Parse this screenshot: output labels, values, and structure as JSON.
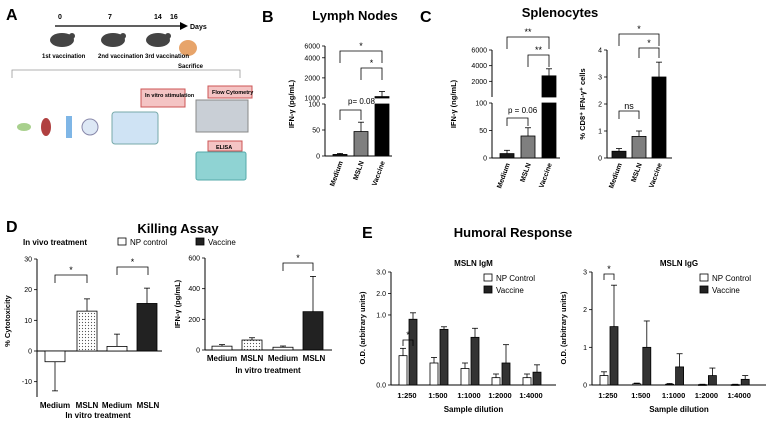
{
  "panel_letters": {
    "a": "A",
    "b": "B",
    "c": "C",
    "d": "D",
    "e": "E"
  },
  "schematic": {
    "days_label": "Days",
    "day_ticks": [
      "0",
      "7",
      "14",
      "16"
    ],
    "vaccinations": [
      "1st vaccination",
      "2nd vaccination",
      "3rd vaccination"
    ],
    "sacrifice": "Sacrifice",
    "stim_box": "In vitro stimulation",
    "flow_box": "Flow Cytometry",
    "elisa_box": "ELISA"
  },
  "colors": {
    "medium": "#1a1a1a",
    "mesl": "#7f7f7f",
    "vaccine": "#000000",
    "np": "#ffffff",
    "dotted": "#e8e8e8"
  },
  "chart_data": [
    {
      "id": "B",
      "type": "bar",
      "title": "Lymph Nodes",
      "ylabel": "IFN-γ (pg/mL)",
      "categories": [
        "Medium",
        "MSLN",
        "Vaccine"
      ],
      "values": [
        3,
        47,
        1050
      ],
      "errors": [
        2,
        18,
        200
      ],
      "yticks_low": [
        "0",
        "50",
        "100"
      ],
      "yticks_high": [
        "1000",
        "2000",
        "4000",
        "6000"
      ],
      "axis_break": true,
      "annotations": [
        "p= 0.08",
        "*",
        "*"
      ]
    },
    {
      "id": "C1",
      "type": "bar",
      "title": "Splenocytes",
      "ylabel": "IFN-γ (ng/mL)",
      "categories": [
        "Medium",
        "MSLN",
        "Vaccine"
      ],
      "values": [
        8,
        40,
        2700
      ],
      "errors": [
        6,
        15,
        900
      ],
      "yticks_low": [
        "0",
        "50",
        "100"
      ],
      "yticks_high": [
        "2000",
        "4000",
        "6000"
      ],
      "axis_break": true,
      "annotations": [
        "p = 0.06",
        "**",
        "**"
      ]
    },
    {
      "id": "C2",
      "type": "bar",
      "ylabel": "% CD8⁺ IFN-γ⁺ cells",
      "categories": [
        "Medium",
        "MSLN",
        "Vaccine"
      ],
      "values": [
        0.25,
        0.8,
        3.0
      ],
      "errors": [
        0.1,
        0.2,
        0.55
      ],
      "ylim": [
        0,
        4
      ],
      "yticks": [
        "0",
        "1",
        "2",
        "3",
        "4"
      ],
      "annotations": [
        "ns",
        "*",
        "*"
      ]
    },
    {
      "id": "D1",
      "type": "bar",
      "title": "Killing Assay",
      "subtitle": "In vivo treatment",
      "legend": [
        "NP control",
        "Vaccine"
      ],
      "ylabel": "% Cytotoxicity",
      "xlabel": "In vitro treatment",
      "categories": [
        "Medium",
        "MSLN",
        "Medium",
        "MSLN"
      ],
      "values": [
        -3.5,
        13,
        1.5,
        15.5
      ],
      "errors": [
        9.5,
        4,
        4,
        5
      ],
      "ylim": [
        -15,
        30
      ],
      "yticks": [
        "-10",
        "0",
        "10",
        "20",
        "30"
      ],
      "annotations": [
        "*",
        "*"
      ]
    },
    {
      "id": "D2",
      "type": "bar",
      "ylabel": "IFN-γ (pg/mL)",
      "xlabel": "In vitro treatment",
      "categories": [
        "Medium",
        "MSLN",
        "Medium",
        "MSLN"
      ],
      "values": [
        25,
        65,
        18,
        250
      ],
      "errors": [
        10,
        15,
        8,
        230
      ],
      "ylim": [
        0,
        600
      ],
      "yticks": [
        "0",
        "200",
        "400",
        "600"
      ],
      "annotations": [
        "*"
      ]
    },
    {
      "id": "E1",
      "type": "bar",
      "title": "Humoral Response",
      "subtitle": "MSLN IgM",
      "ylabel": "O.D. (arbitrary units)",
      "xlabel": "Sample dilution",
      "categories": [
        "1:250",
        "1:500",
        "1:1000",
        "1:2000",
        "1:4000"
      ],
      "series": [
        {
          "name": "NP Control",
          "values": [
            0.16,
            0.12,
            0.09,
            0.04,
            0.04
          ],
          "errors": [
            0.04,
            0.03,
            0.03,
            0.02,
            0.02
          ]
        },
        {
          "name": "Vaccine",
          "values": [
            0.8,
            0.33,
            0.26,
            0.12,
            0.07
          ],
          "errors": [
            0.3,
            0.12,
            0.12,
            0.1,
            0.04
          ]
        }
      ],
      "ylim": [
        0,
        3
      ],
      "yticks": [
        "0.0",
        "1.0",
        "2.0",
        "3.0"
      ],
      "yticks_minor": [
        "0.1",
        "0.2",
        "0.3"
      ],
      "annotations": [
        "*"
      ]
    },
    {
      "id": "E2",
      "type": "bar",
      "subtitle": "MSLN IgG",
      "ylabel": "O.D. (arbitrary units)",
      "xlabel": "Sample dilution",
      "categories": [
        "1:250",
        "1:500",
        "1:1000",
        "1:2000",
        "1:4000"
      ],
      "series": [
        {
          "name": "NP Control",
          "values": [
            0.25,
            0.03,
            0.02,
            0.01,
            0.01
          ],
          "errors": [
            0.1,
            0.02,
            0.02,
            0.01,
            0.01
          ]
        },
        {
          "name": "Vaccine",
          "values": [
            1.55,
            1.0,
            0.48,
            0.25,
            0.15
          ],
          "errors": [
            1.1,
            0.7,
            0.35,
            0.2,
            0.1
          ]
        }
      ],
      "ylim": [
        0,
        3
      ],
      "yticks": [
        "0",
        "1",
        "2",
        "3"
      ],
      "annotations": [
        "*"
      ]
    }
  ]
}
